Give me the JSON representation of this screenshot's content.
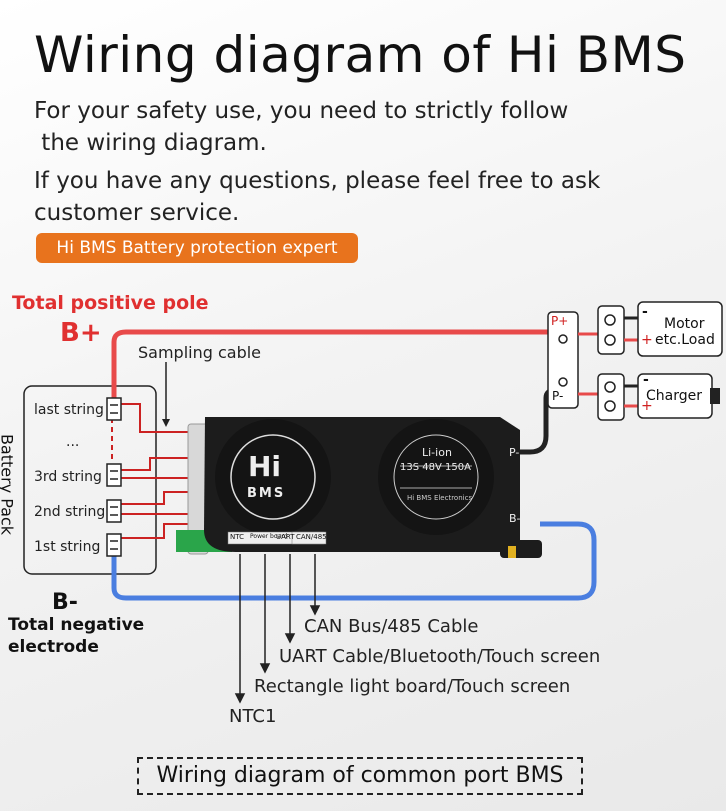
{
  "header": {
    "title": "Wiring diagram of Hi BMS",
    "intro_line1": "For your safety use, you need to strictly follow",
    "intro_line2": " the wiring diagram.",
    "intro_line3": "If you have any questions, please feel free to ask",
    "intro_line4": "customer service.",
    "badge": "Hi BMS Battery protection expert"
  },
  "diagram": {
    "positive_pole_label": "Total positive pole",
    "b_plus": "B+",
    "sampling_cable": "Sampling cable",
    "battery_pack": "Battery Pack",
    "strings": [
      "last string",
      "...",
      "3rd string",
      "2nd string",
      "1st string"
    ],
    "b_minus": "B-",
    "negative_label_line1": "Total negative",
    "negative_label_line2": "electrode",
    "p_plus": "P+",
    "p_minus": "P-",
    "motor_line1": "Motor",
    "motor_line2": "etc.Load",
    "charger": "Charger",
    "minus_sign": "-",
    "plus_sign": "+",
    "bms": {
      "logo_top": "Hi",
      "logo_bottom": "BMS",
      "chemistry": "Li-ion",
      "spec": "13S 48V 150A",
      "brand": "Hi BMS Electronics",
      "port_p_minus": "P-",
      "port_b_minus": "B-",
      "port_labels": [
        "NTC",
        "Power board",
        "UART",
        "CAN/485"
      ]
    },
    "cables": {
      "can": "CAN Bus/485 Cable",
      "uart": "UART Cable/Bluetooth/Touch screen",
      "light": "Rectangle light board/Touch screen",
      "ntc": "NTC1"
    },
    "colors": {
      "positive": "#e84a4a",
      "negative": "#4a7ee0",
      "sampling": "#cc2222",
      "board": "#1c1c1c",
      "accent": "#e8731d"
    }
  },
  "footer": {
    "caption": "Wiring diagram of common port BMS"
  }
}
